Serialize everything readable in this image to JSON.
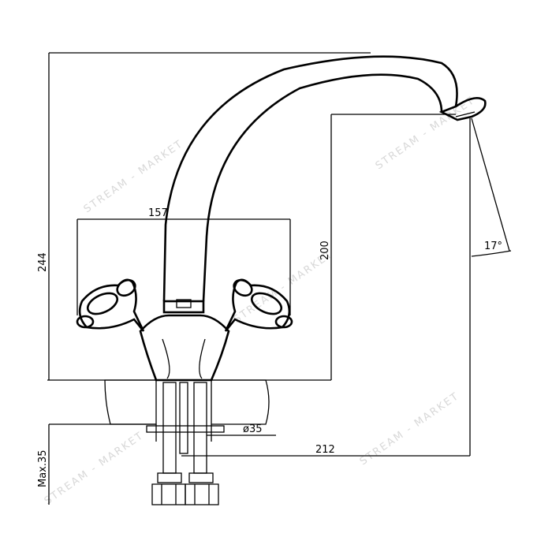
{
  "drawing": {
    "dimensions": {
      "overall_height": "244",
      "spout_height": "200",
      "handle_span": "157",
      "reach": "212",
      "hole_diameter": "ø35",
      "max_thickness": "Max.35",
      "spout_angle": "17°"
    },
    "watermark": "STREAM - MARKET"
  }
}
